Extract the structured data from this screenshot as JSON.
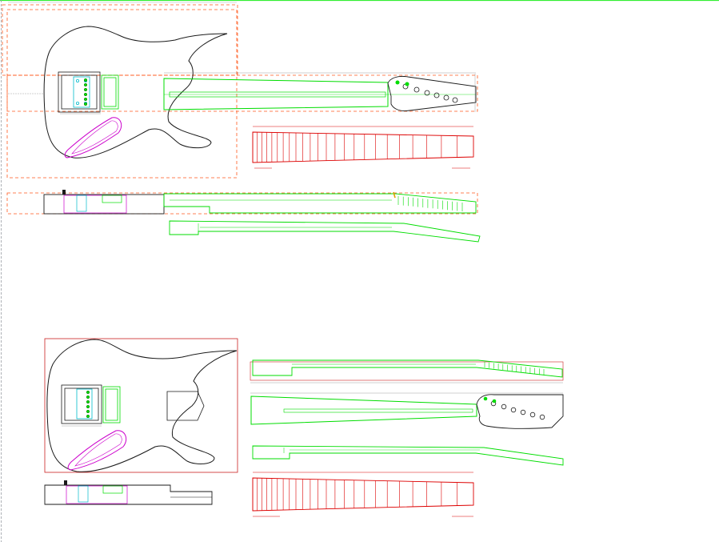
{
  "drawing": {
    "colors": {
      "background": "#ffffff",
      "outline": "#1a1a1a",
      "neck": "#00dd00",
      "fretboard": "#dd0000",
      "pickguard": "#cc00cc",
      "pickup": "#00bbcc",
      "guide": "#ff5a1f",
      "sheet_border": "#33ee33",
      "aux_line": "#9aa0a6"
    },
    "icons": {
      "cross_section_marker": "sheet-frame-icon",
      "tuner_hole": "tuner-hole-icon"
    },
    "views": [
      "body-top-view",
      "neck-top-view",
      "fretboard-view",
      "body-side-view",
      "neck-side-view"
    ],
    "upper_set": {
      "fret_count": 24,
      "tuner_holes": 6
    },
    "lower_set": {
      "fret_count": 24,
      "tuner_holes": 6
    }
  }
}
